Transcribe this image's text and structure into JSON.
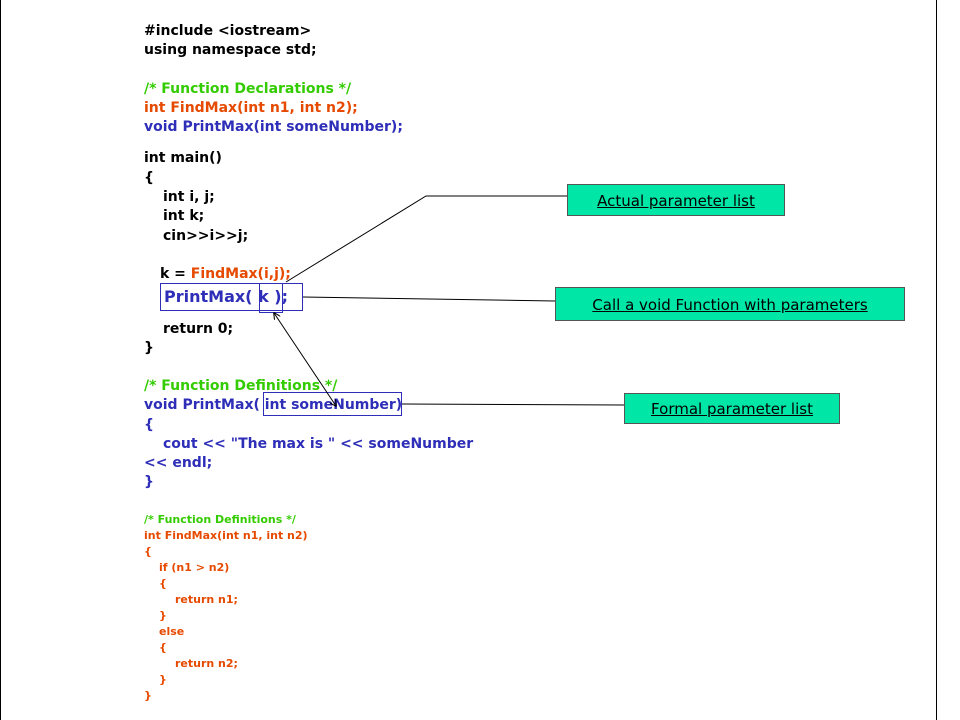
{
  "code_main": {
    "line1": "#include <iostream>",
    "line2": "using namespace std;",
    "decl_comment": "/* Function Declarations */",
    "decl_findmax": "int FindMax(int n1, int n2);",
    "decl_printmax": "void PrintMax(int someNumber);",
    "main_sig": "int main()",
    "open_brace": "{",
    "var_ij": "int i, j;",
    "var_k": "int k;",
    "cin_line": "cin>>i>>j;",
    "assign_prefix": "k = ",
    "assign_call": "FindMax(i,j);",
    "printmax_call": "PrintMax( k );",
    "return_line": "return 0;",
    "close_brace": "}",
    "def_comment": "/* Function Definitions */",
    "def_printmax_sig": "void PrintMax( int someNumber)",
    "def_open": "{",
    "cout_line": "cout << \"The max is \" << someNumber",
    "endl_line": "<< endl;",
    "def_close": "}"
  },
  "code_findmax": {
    "comment": "/* Function Definitions */",
    "sig": "int FindMax(int n1, int n2)",
    "open": "{",
    "if_line": "if (n1 > n2)",
    "if_open": "{",
    "ret_n1": "return n1;",
    "if_close": "}",
    "else_line": "else",
    "else_open": "{",
    "ret_n2": "return n2;",
    "else_close": "}",
    "close": "}"
  },
  "labels": {
    "actual": "Actual parameter list",
    "call_void": "Call a void Function with parameters",
    "formal": "Formal parameter list"
  },
  "colors": {
    "label_fill": "#00e6a6",
    "comment_green": "#33cc00",
    "declaration_red": "#e64a00",
    "code_blue": "#2e2eb8"
  }
}
